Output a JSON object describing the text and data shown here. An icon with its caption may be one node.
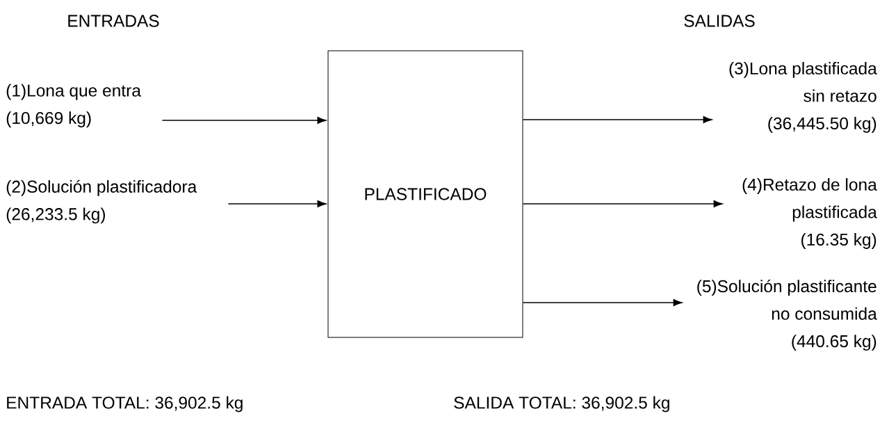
{
  "diagram": {
    "nodes": [
      {
        "text": [
          "PLASTIFICADO"
        ]
      },
      {
        "text": [
          "(1)Lona que entra (10,669 kg)"
        ]
      },
      {
        "text": [
          "(2)Solución plastificadora (26,233.5 kg)"
        ]
      },
      {
        "text": [
          "(3)Lona plastificada sin retazo (36,445.50 kg)"
        ]
      },
      {
        "text": [
          "(4)Retazo de lona plastificada (16.35 kg)"
        ]
      },
      {
        "text": [
          "(5)Solución plastificante no consumida (440.65 kg)"
        ]
      }
    ],
    "edges": [
      {
        "from": 1,
        "to": 0,
        "arrow": "to"
      },
      {
        "from": 2,
        "to": 0,
        "arrow": "to"
      },
      {
        "from": 0,
        "to": 3,
        "arrow": "to"
      },
      {
        "from": 0,
        "to": 4,
        "arrow": "to"
      },
      {
        "from": 0,
        "to": 5,
        "arrow": "to"
      }
    ],
    "labels": [
      "ENTRADAS",
      "SALIDAS",
      "ENTRADA TOTAL: 36,902.5 kg",
      "SALIDA TOTAL: 36,902.5 kg"
    ]
  }
}
